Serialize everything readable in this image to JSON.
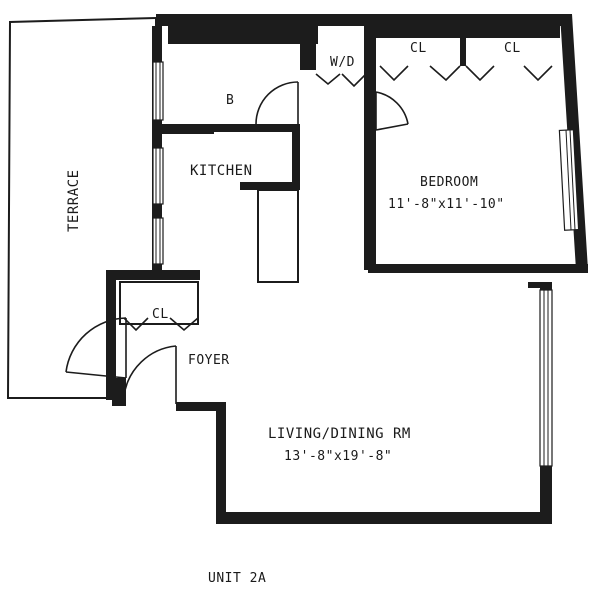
{
  "plan": {
    "rooms": {
      "terrace": "TERRACE",
      "bath": "B",
      "washer_dryer": "W/D",
      "closet_1": "CL",
      "closet_2": "CL",
      "kitchen": "KITCHEN",
      "bedroom": "BEDROOM",
      "bedroom_size": "11'-8\"x11'-10\"",
      "foyer_closet": "CL",
      "foyer": "FOYER",
      "living_dining": "LIVING/DINING RM",
      "living_dining_size": "13'-8\"x19'-8\""
    },
    "unit_label": "UNIT 2A",
    "colors": {
      "wall": "#1c1c1c",
      "background": "#ffffff"
    }
  }
}
